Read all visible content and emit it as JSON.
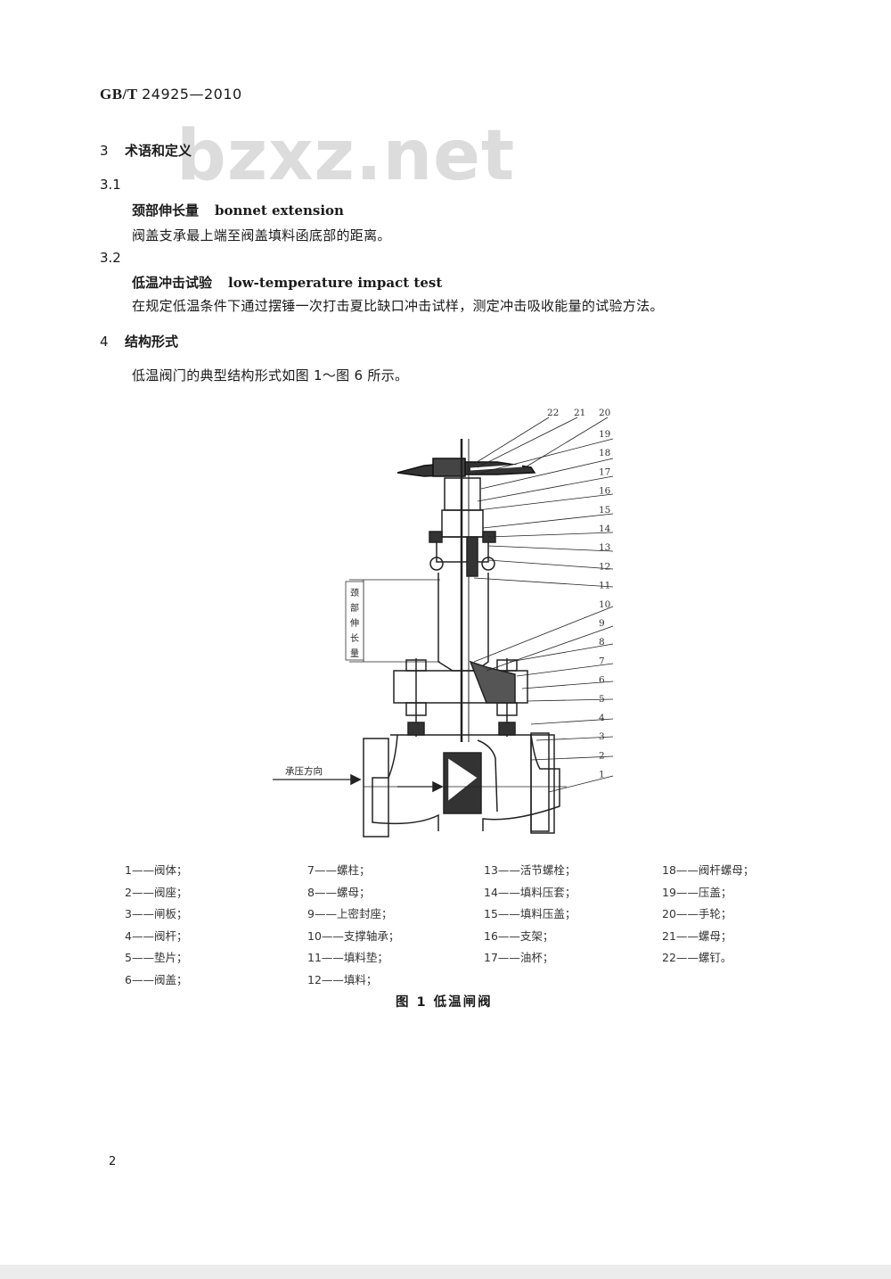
{
  "header": {
    "standard_prefix": "GB/T",
    "standard_number": "24925—2010"
  },
  "watermark": "bzxz.net",
  "sections": {
    "s3": {
      "number": "3",
      "title": "术语和定义"
    },
    "c31": {
      "number": "3.1",
      "term_zh": "颈部伸长量",
      "term_en": "bonnet extension",
      "definition": "阀盖支承最上端至阀盖填料函底部的距离。"
    },
    "c32": {
      "number": "3.2",
      "term_zh": "低温冲击试验",
      "term_en": "low-temperature impact test",
      "definition": "在规定低温条件下通过摆锤一次打击夏比缺口冲击试样，测定冲击吸收能量的试验方法。"
    },
    "s4": {
      "number": "4",
      "title": "结构形式",
      "text": "低温阀门的典型结构形式如图 1～图 6 所示。"
    }
  },
  "figure": {
    "top_callouts": [
      "22",
      "21",
      "20"
    ],
    "right_callouts": [
      "19",
      "18",
      "17",
      "16",
      "15",
      "14",
      "13",
      "12",
      "11",
      "10",
      "9",
      "8",
      "7",
      "6",
      "5",
      "4",
      "3",
      "2",
      "1"
    ],
    "dimension_label": [
      "颈",
      "部",
      "伸",
      "长",
      "量"
    ],
    "flow_label": "承压方向",
    "legend": [
      [
        "1——阀体；",
        "2——阀座；",
        "3——闸板；",
        "4——阀杆；",
        "5——垫片；",
        "6——阀盖；"
      ],
      [
        "7——螺柱；",
        "8——螺母；",
        "9——上密封座；",
        "10——支撑轴承；",
        "11——填料垫；",
        "12——填料；"
      ],
      [
        "13——活节螺栓；",
        "14——填料压套；",
        "15——填料压盖；",
        "16——支架；",
        "17——油杯；"
      ],
      [
        "18——阀杆螺母；",
        "19——压盖；",
        "20——手轮；",
        "21——螺母；",
        "22——螺钉。"
      ]
    ],
    "caption": "图 1   低温闸阀"
  },
  "page_number": "2"
}
